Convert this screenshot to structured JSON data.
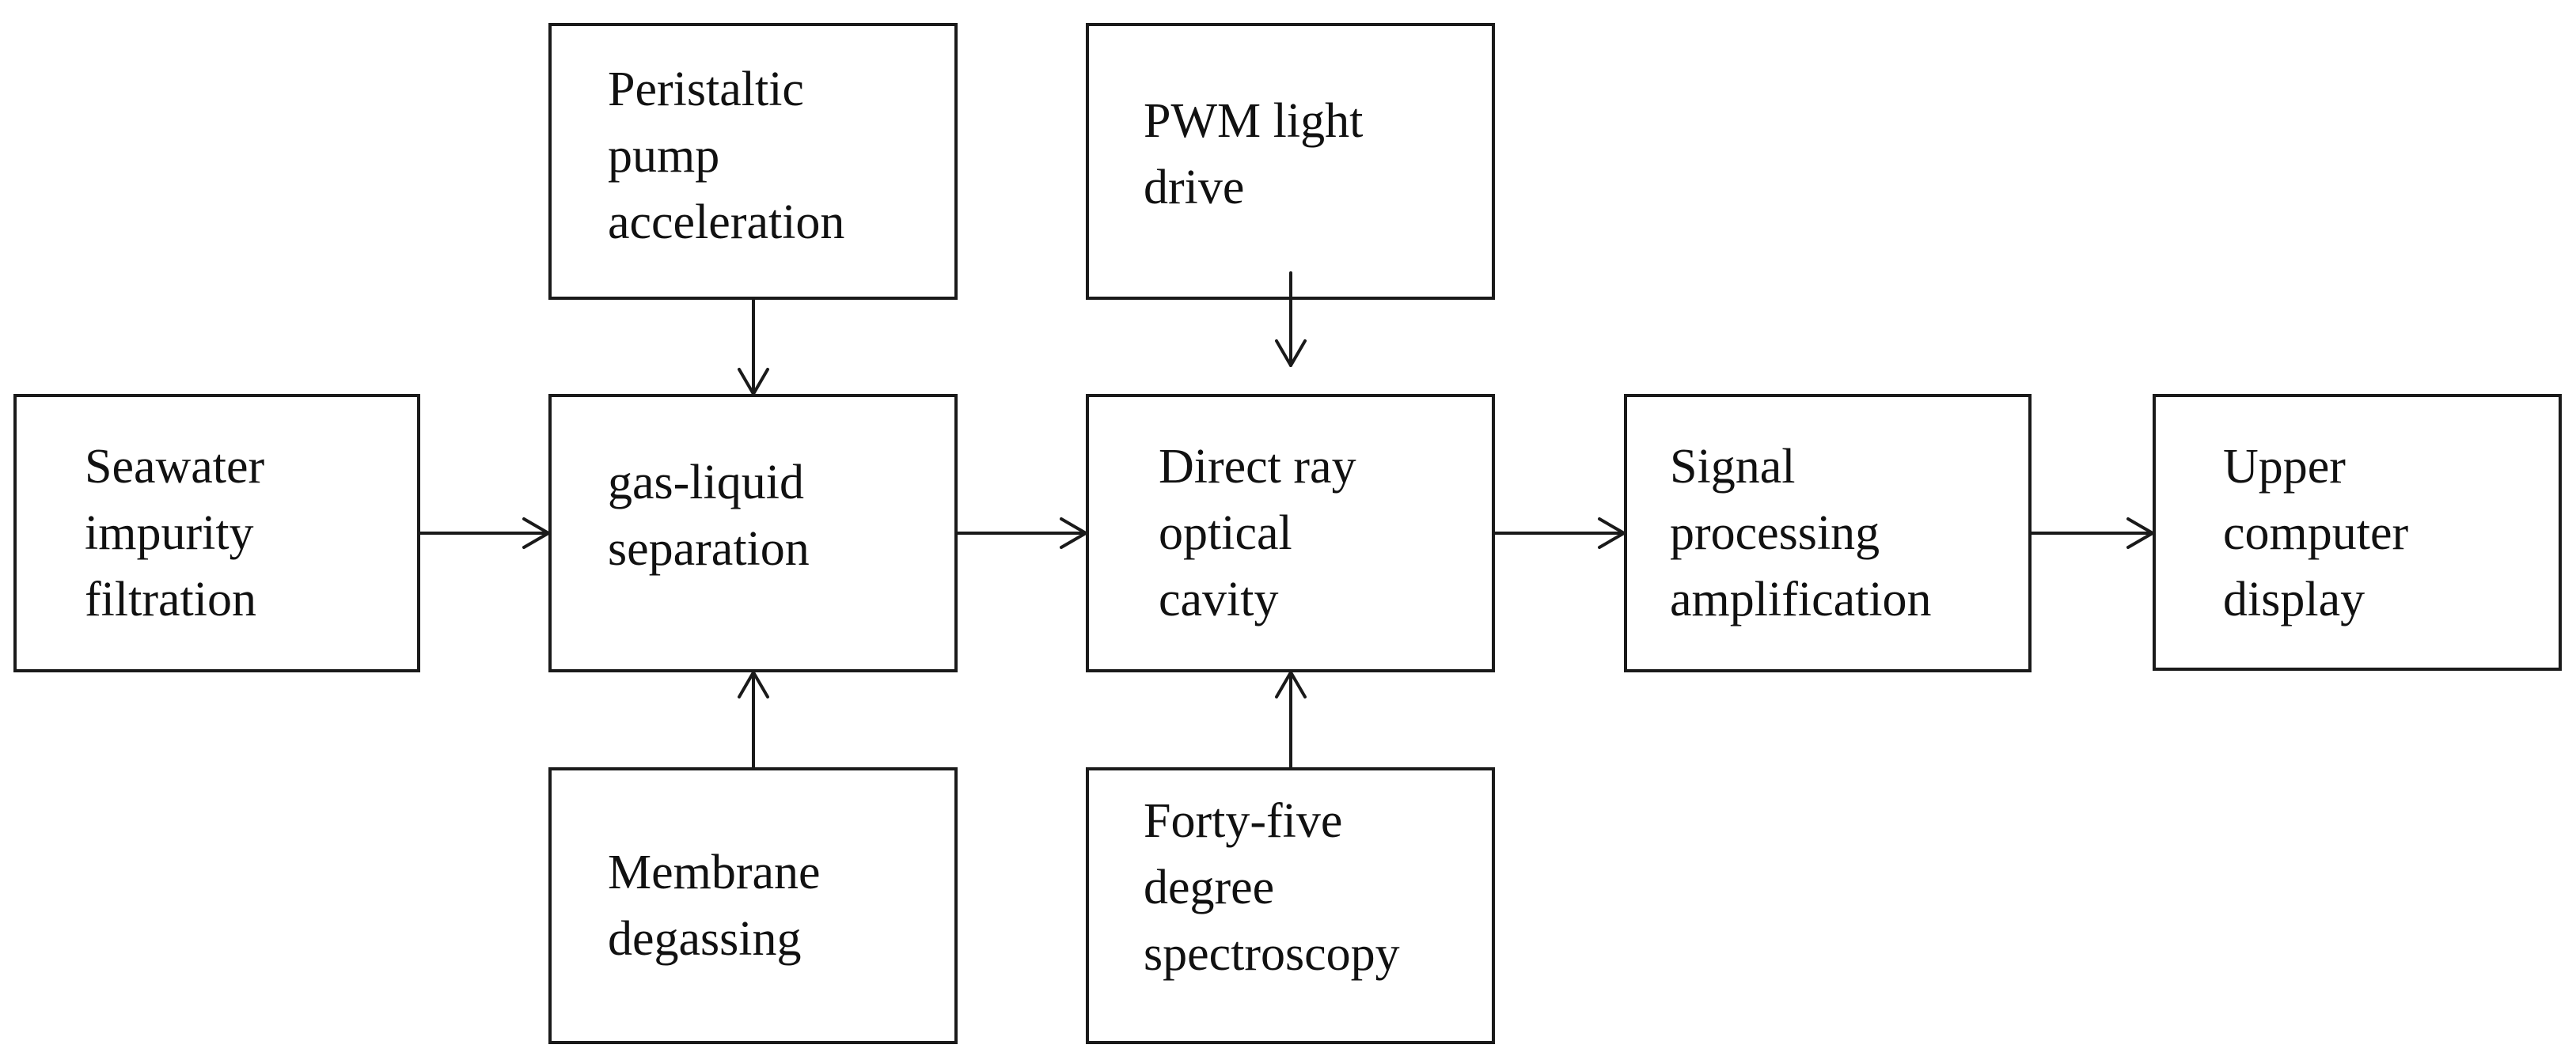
{
  "diagram": {
    "type": "block-flow",
    "colors": {
      "line": "#1a1a1a",
      "text": "#111111",
      "background": "#ffffff"
    },
    "nodes": [
      {
        "id": "seawater-impurity-filtration",
        "label": "Seawater\nimpurity\nfiltration"
      },
      {
        "id": "peristaltic-pump-acceleration",
        "label": "Peristaltic\npump\nacceleration"
      },
      {
        "id": "gas-liquid-separation",
        "label": "gas-liquid\nseparation"
      },
      {
        "id": "membrane-degassing",
        "label": "Membrane\ndegassing"
      },
      {
        "id": "pwm-light-drive",
        "label": "PWM light\ndrive"
      },
      {
        "id": "direct-ray-optical-cavity",
        "label": "Direct ray\noptical\ncavity"
      },
      {
        "id": "forty-five-degree-spectroscopy",
        "label": "Forty-five\ndegree\nspectroscopy"
      },
      {
        "id": "signal-processing-amplification",
        "label": "Signal\nprocessing\namplification"
      },
      {
        "id": "upper-computer-display",
        "label": "Upper\ncomputer\ndisplay"
      }
    ],
    "edges": [
      {
        "from": "seawater-impurity-filtration",
        "to": "gas-liquid-separation"
      },
      {
        "from": "peristaltic-pump-acceleration",
        "to": "gas-liquid-separation"
      },
      {
        "from": "membrane-degassing",
        "to": "gas-liquid-separation"
      },
      {
        "from": "gas-liquid-separation",
        "to": "direct-ray-optical-cavity"
      },
      {
        "from": "pwm-light-drive",
        "to": "direct-ray-optical-cavity"
      },
      {
        "from": "forty-five-degree-spectroscopy",
        "to": "direct-ray-optical-cavity"
      },
      {
        "from": "direct-ray-optical-cavity",
        "to": "signal-processing-amplification"
      },
      {
        "from": "signal-processing-amplification",
        "to": "upper-computer-display"
      }
    ]
  }
}
